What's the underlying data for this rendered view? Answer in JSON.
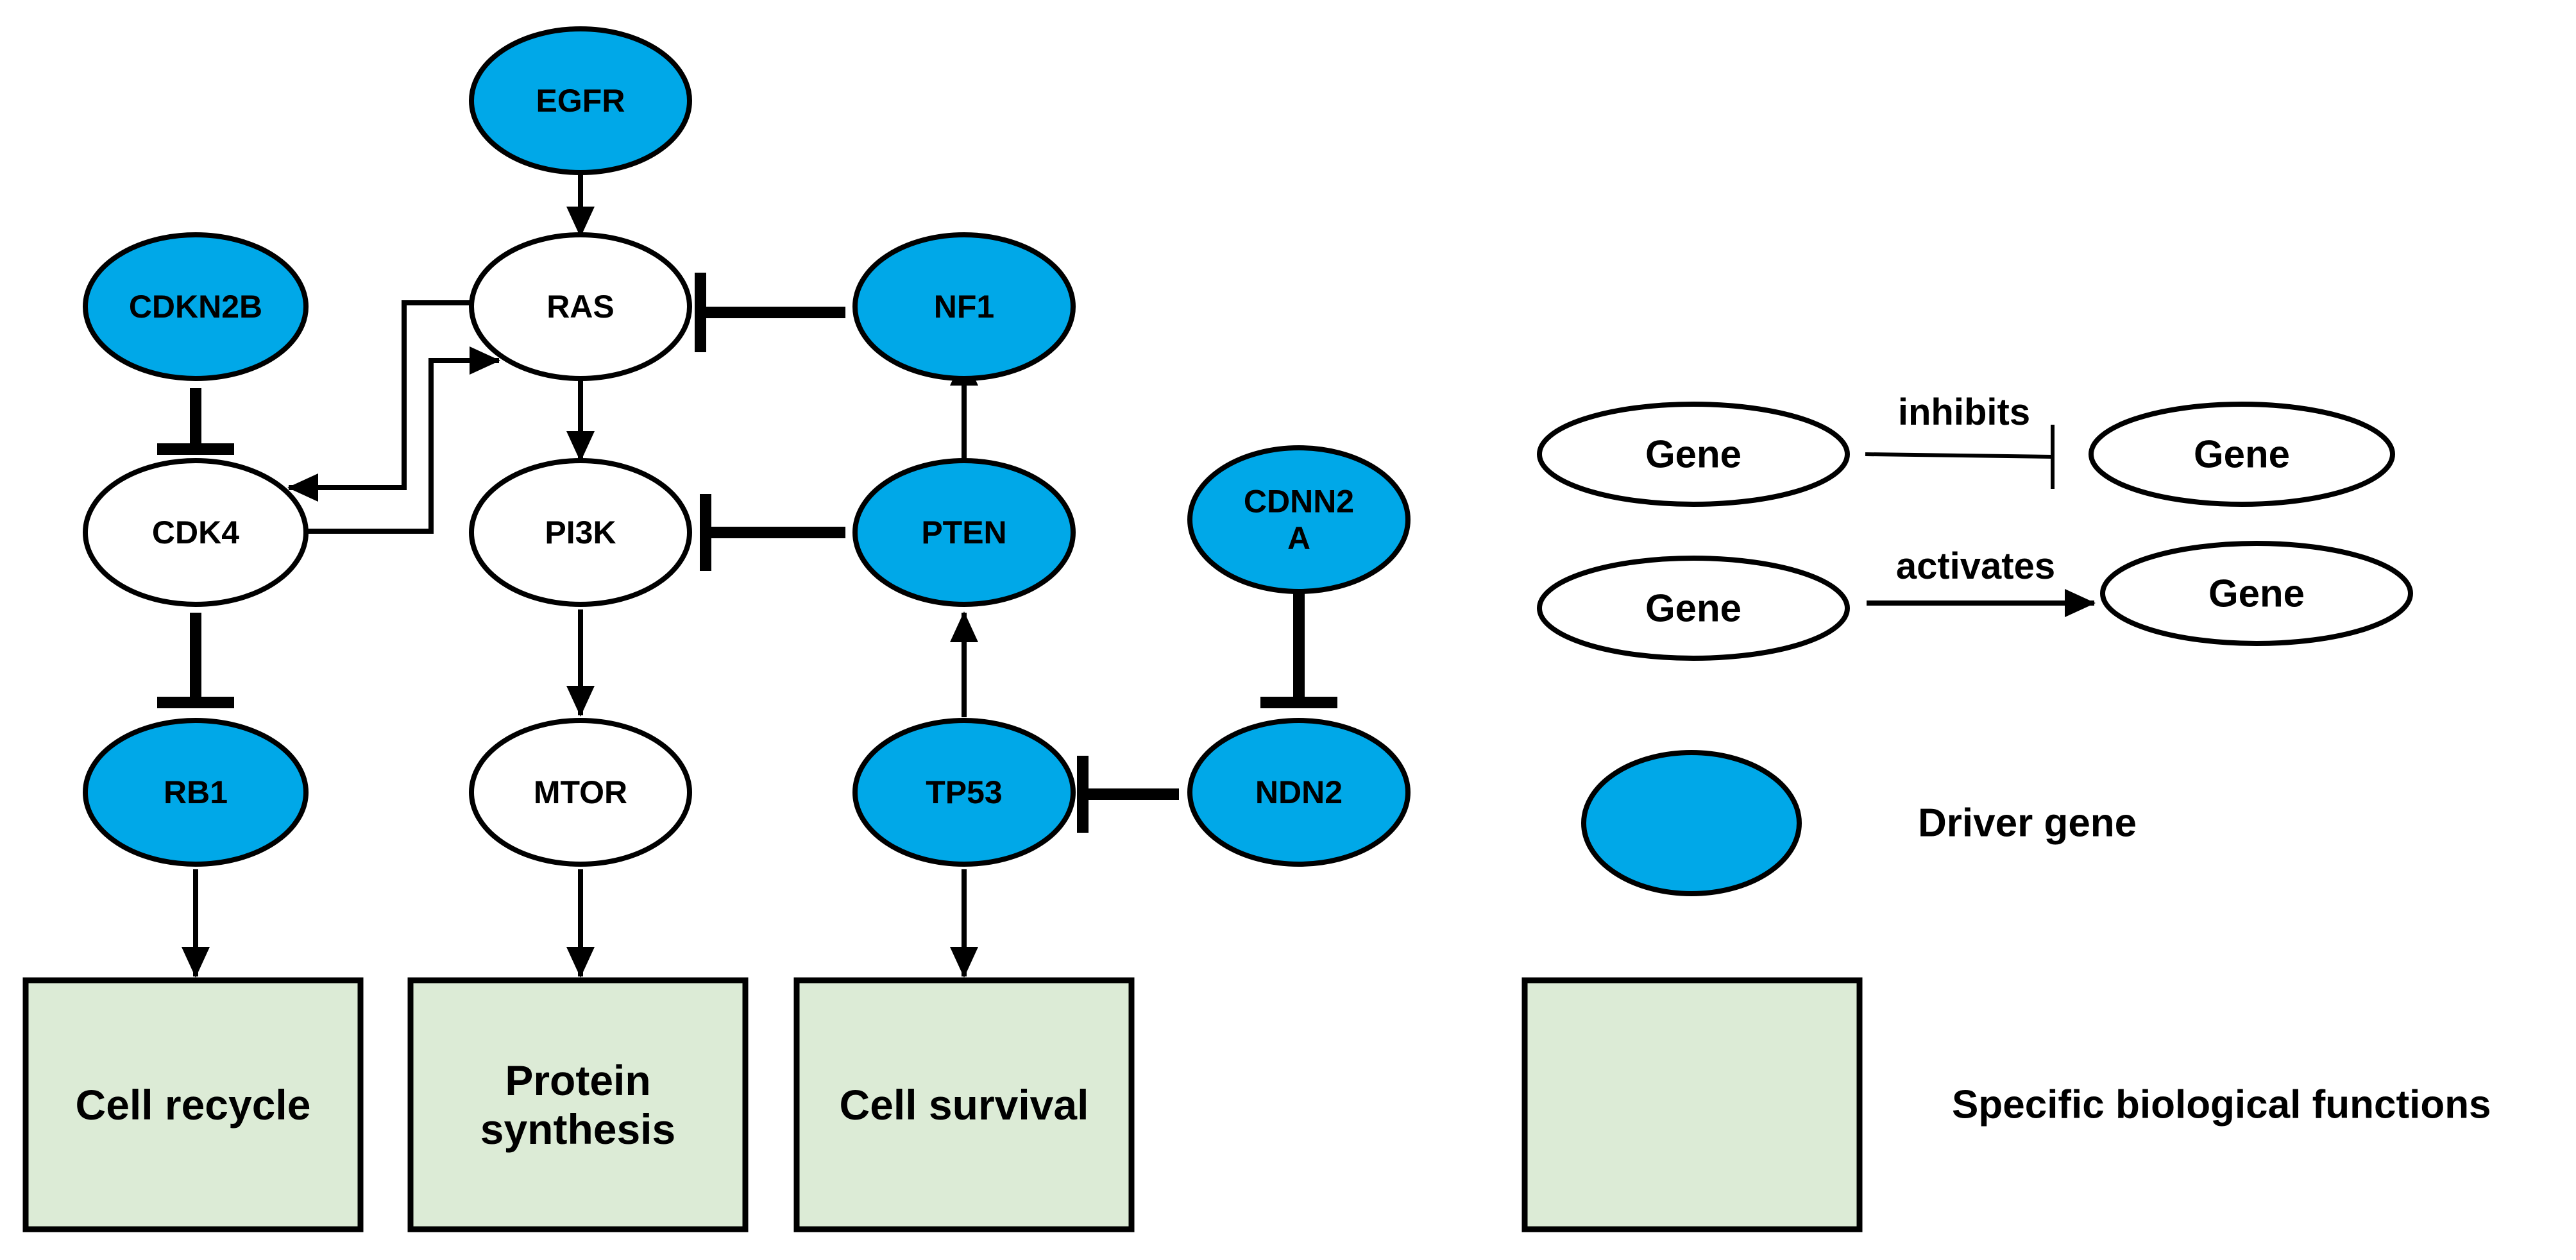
{
  "colors": {
    "driver": "#00a8e8",
    "non_driver": "#ffffff",
    "function_box": "#dcebd6",
    "line": "#000000"
  },
  "nodes": {
    "egfr": {
      "label": "EGFR",
      "driver": true
    },
    "ras": {
      "label": "RAS",
      "driver": false
    },
    "cdkn2b": {
      "label": "CDKN2B",
      "driver": true
    },
    "nf1": {
      "label": "NF1",
      "driver": true
    },
    "cdk4": {
      "label": "CDK4",
      "driver": false
    },
    "pi3k": {
      "label": "PI3K",
      "driver": false
    },
    "pten": {
      "label": "PTEN",
      "driver": true
    },
    "cdnn2a": {
      "label": "CDNN2\nA",
      "driver": true
    },
    "rb1": {
      "label": "RB1",
      "driver": true
    },
    "mtor": {
      "label": "MTOR",
      "driver": false
    },
    "tp53": {
      "label": "TP53",
      "driver": true
    },
    "ndn2": {
      "label": "NDN2",
      "driver": true
    }
  },
  "functions": {
    "cell_recycle": "Cell recycle",
    "protein_synthesis": "Protein\nsynthesis",
    "cell_survival": "Cell survival"
  },
  "edges": [
    {
      "from": "egfr",
      "to": "ras",
      "type": "activates"
    },
    {
      "from": "nf1",
      "to": "ras",
      "type": "inhibits"
    },
    {
      "from": "ras",
      "to": "cdk4",
      "type": "activates"
    },
    {
      "from": "cdk4",
      "to": "ras",
      "type": "activates"
    },
    {
      "from": "ras",
      "to": "pi3k",
      "type": "activates"
    },
    {
      "from": "cdkn2b",
      "to": "cdk4",
      "type": "inhibits"
    },
    {
      "from": "pten",
      "to": "pi3k",
      "type": "inhibits"
    },
    {
      "from": "pten",
      "to": "nf1",
      "type": "activates"
    },
    {
      "from": "cdk4",
      "to": "rb1",
      "type": "inhibits"
    },
    {
      "from": "pi3k",
      "to": "mtor",
      "type": "activates"
    },
    {
      "from": "tp53",
      "to": "pten",
      "type": "activates"
    },
    {
      "from": "cdnn2a",
      "to": "ndn2",
      "type": "inhibits"
    },
    {
      "from": "ndn2",
      "to": "tp53",
      "type": "inhibits"
    },
    {
      "from": "rb1",
      "to": "cell_recycle",
      "type": "activates"
    },
    {
      "from": "mtor",
      "to": "protein_synthesis",
      "type": "activates"
    },
    {
      "from": "tp53",
      "to": "cell_survival",
      "type": "activates"
    }
  ],
  "legend": {
    "gene_label": "Gene",
    "inhibits_label": "inhibits",
    "activates_label": "activates",
    "driver_label": "Driver gene",
    "function_label": "Specific biological functions"
  }
}
